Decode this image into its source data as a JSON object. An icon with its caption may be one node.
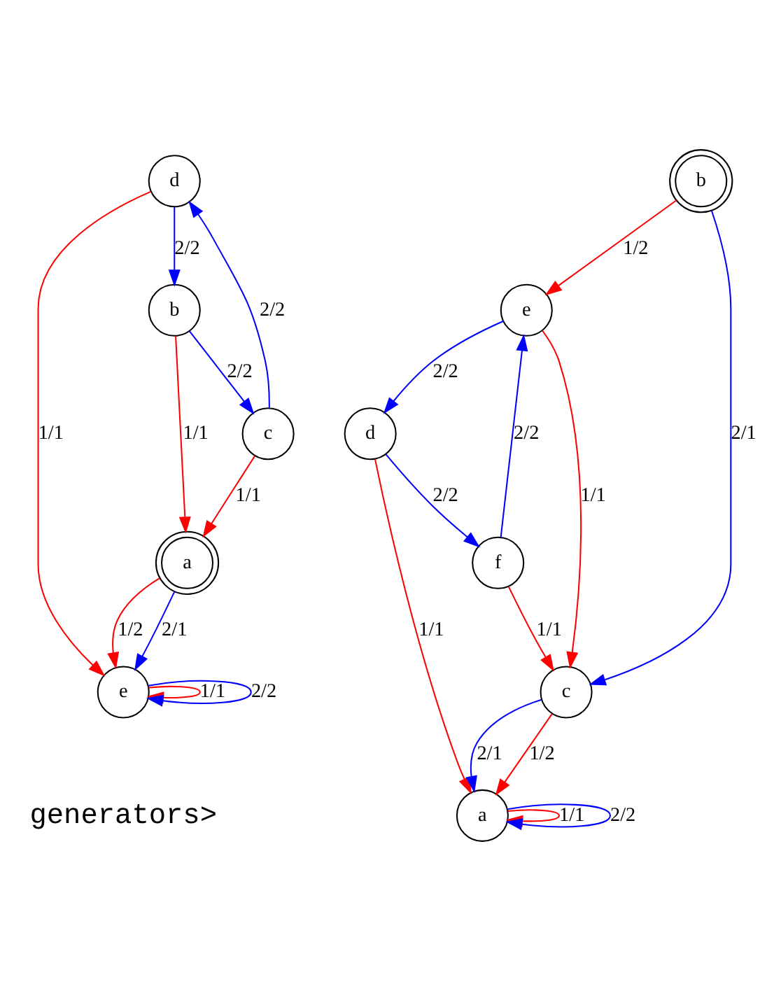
{
  "diagram": {
    "nodes": [
      {
        "text": [
          "d"
        ]
      },
      {
        "text": [
          "b"
        ]
      },
      {
        "text": [
          "c"
        ]
      },
      {
        "text": [
          "a"
        ]
      },
      {
        "text": [
          "e"
        ]
      },
      {
        "text": [
          "b"
        ]
      },
      {
        "text": [
          "e"
        ]
      },
      {
        "text": [
          "d"
        ]
      },
      {
        "text": [
          "f"
        ]
      },
      {
        "text": [
          "c"
        ]
      },
      {
        "text": [
          "a"
        ]
      }
    ],
    "edges": [
      {
        "from": 0,
        "to": 1,
        "arrow": "to",
        "label": "2/2",
        "color": "#0000ff"
      },
      {
        "from": 1,
        "to": 2,
        "arrow": "to",
        "label": "2/2",
        "color": "#0000ff"
      },
      {
        "from": 2,
        "to": 0,
        "arrow": "to",
        "label": "2/2",
        "color": "#0000ff"
      },
      {
        "from": 1,
        "to": 3,
        "arrow": "to",
        "label": "1/1",
        "color": "#ff0000"
      },
      {
        "from": 2,
        "to": 3,
        "arrow": "to",
        "label": "1/1",
        "color": "#ff0000"
      },
      {
        "from": 0,
        "to": 4,
        "arrow": "to",
        "label": "1/1",
        "color": "#ff0000"
      },
      {
        "from": 3,
        "to": 4,
        "arrow": "to",
        "label": "1/2",
        "color": "#ff0000"
      },
      {
        "from": 3,
        "to": 4,
        "arrow": "to",
        "label": "2/1",
        "color": "#0000ff"
      },
      {
        "from": 4,
        "to": 4,
        "arrow": "to",
        "label": "1/1",
        "color": "#ff0000"
      },
      {
        "from": 4,
        "to": 4,
        "arrow": "to",
        "label": "2/2",
        "color": "#0000ff"
      },
      {
        "from": 5,
        "to": 6,
        "arrow": "to",
        "label": "1/2",
        "color": "#ff0000"
      },
      {
        "from": 5,
        "to": 9,
        "arrow": "to",
        "label": "2/1",
        "color": "#0000ff"
      },
      {
        "from": 6,
        "to": 7,
        "arrow": "to",
        "label": "2/2",
        "color": "#0000ff"
      },
      {
        "from": 8,
        "to": 6,
        "arrow": "to",
        "label": "2/2",
        "color": "#0000ff"
      },
      {
        "from": 7,
        "to": 8,
        "arrow": "to",
        "label": "2/2",
        "color": "#0000ff"
      },
      {
        "from": 6,
        "to": 9,
        "arrow": "to",
        "label": "1/1",
        "color": "#ff0000"
      },
      {
        "from": 7,
        "to": 10,
        "arrow": "to",
        "label": "1/1",
        "color": "#ff0000"
      },
      {
        "from": 8,
        "to": 9,
        "arrow": "to",
        "label": "1/1",
        "color": "#ff0000"
      },
      {
        "from": 9,
        "to": 10,
        "arrow": "to",
        "label": "2/1",
        "color": "#0000ff"
      },
      {
        "from": 9,
        "to": 10,
        "arrow": "to",
        "label": "1/2",
        "color": "#ff0000"
      },
      {
        "from": 10,
        "to": 10,
        "arrow": "to",
        "label": "1/1",
        "color": "#ff0000"
      },
      {
        "from": 10,
        "to": 10,
        "arrow": "to",
        "label": "2/2",
        "color": "#0000ff"
      }
    ],
    "labels": [
      "generators>"
    ]
  }
}
